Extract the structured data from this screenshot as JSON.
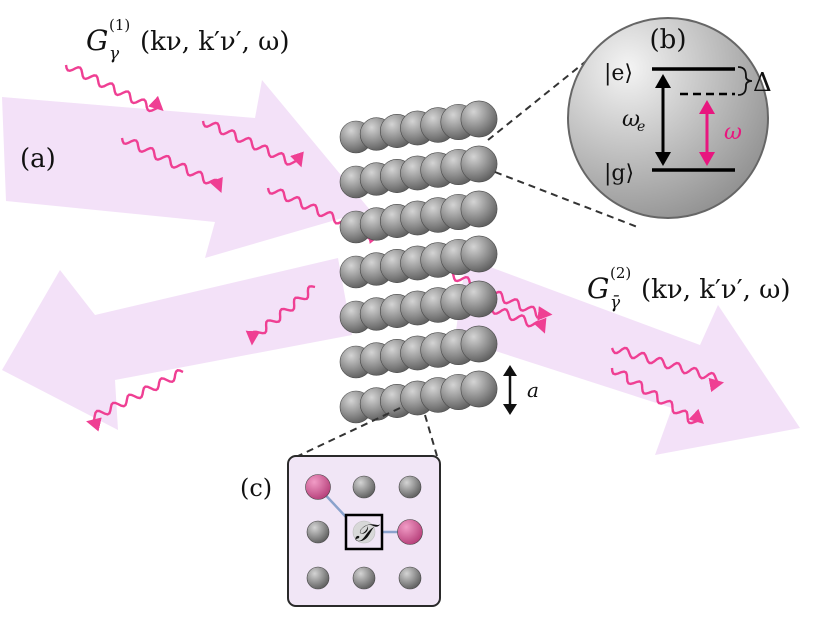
{
  "colors": {
    "beam": "#f1dcf7",
    "photon": "#ef3f93",
    "atom_dark": "#5c5c5c",
    "atom_light": "#d4d4d4",
    "atom_pink_dark": "#b53d78",
    "atom_pink_light": "#f19cc6",
    "inset_bg": "#f1e6f6",
    "inset_border": "#2a2a2a",
    "bond": "#8aa2cc",
    "circle_light": "#ececec",
    "circle_dark": "#8e8e8e",
    "dash": "#333333",
    "omega_arrow": "#e8167f"
  },
  "labels": {
    "panel_a": "(a)",
    "panel_b": "(b)",
    "panel_c": "(c)",
    "incoming_G": "G",
    "incoming_sub": "γ",
    "incoming_sup": "(1)",
    "incoming_args": "(kν, k′ν′, ω)",
    "outgoing_G": "G",
    "outgoing_sub": "γ̄",
    "outgoing_sup": "(2)",
    "outgoing_args": "(kν, k′ν′, ω)",
    "lattice_spacing": "a",
    "excited_state": "|e⟩",
    "ground_state": "|g⟩",
    "detuning": "Δ",
    "transition_freq": "ω",
    "transition_sub": "e",
    "drive_freq": "ω",
    "transfer_op": "𝒯"
  },
  "lattice": {
    "chains": 7,
    "atoms_per_chain": 7
  },
  "inset": {
    "rows": 3,
    "cols": 3,
    "highlighted": [
      "top-left",
      "middle-right"
    ],
    "center": "T-operator"
  },
  "icons": [
    "wavy-photon-icon",
    "double-arrow-icon",
    "brace-icon"
  ]
}
